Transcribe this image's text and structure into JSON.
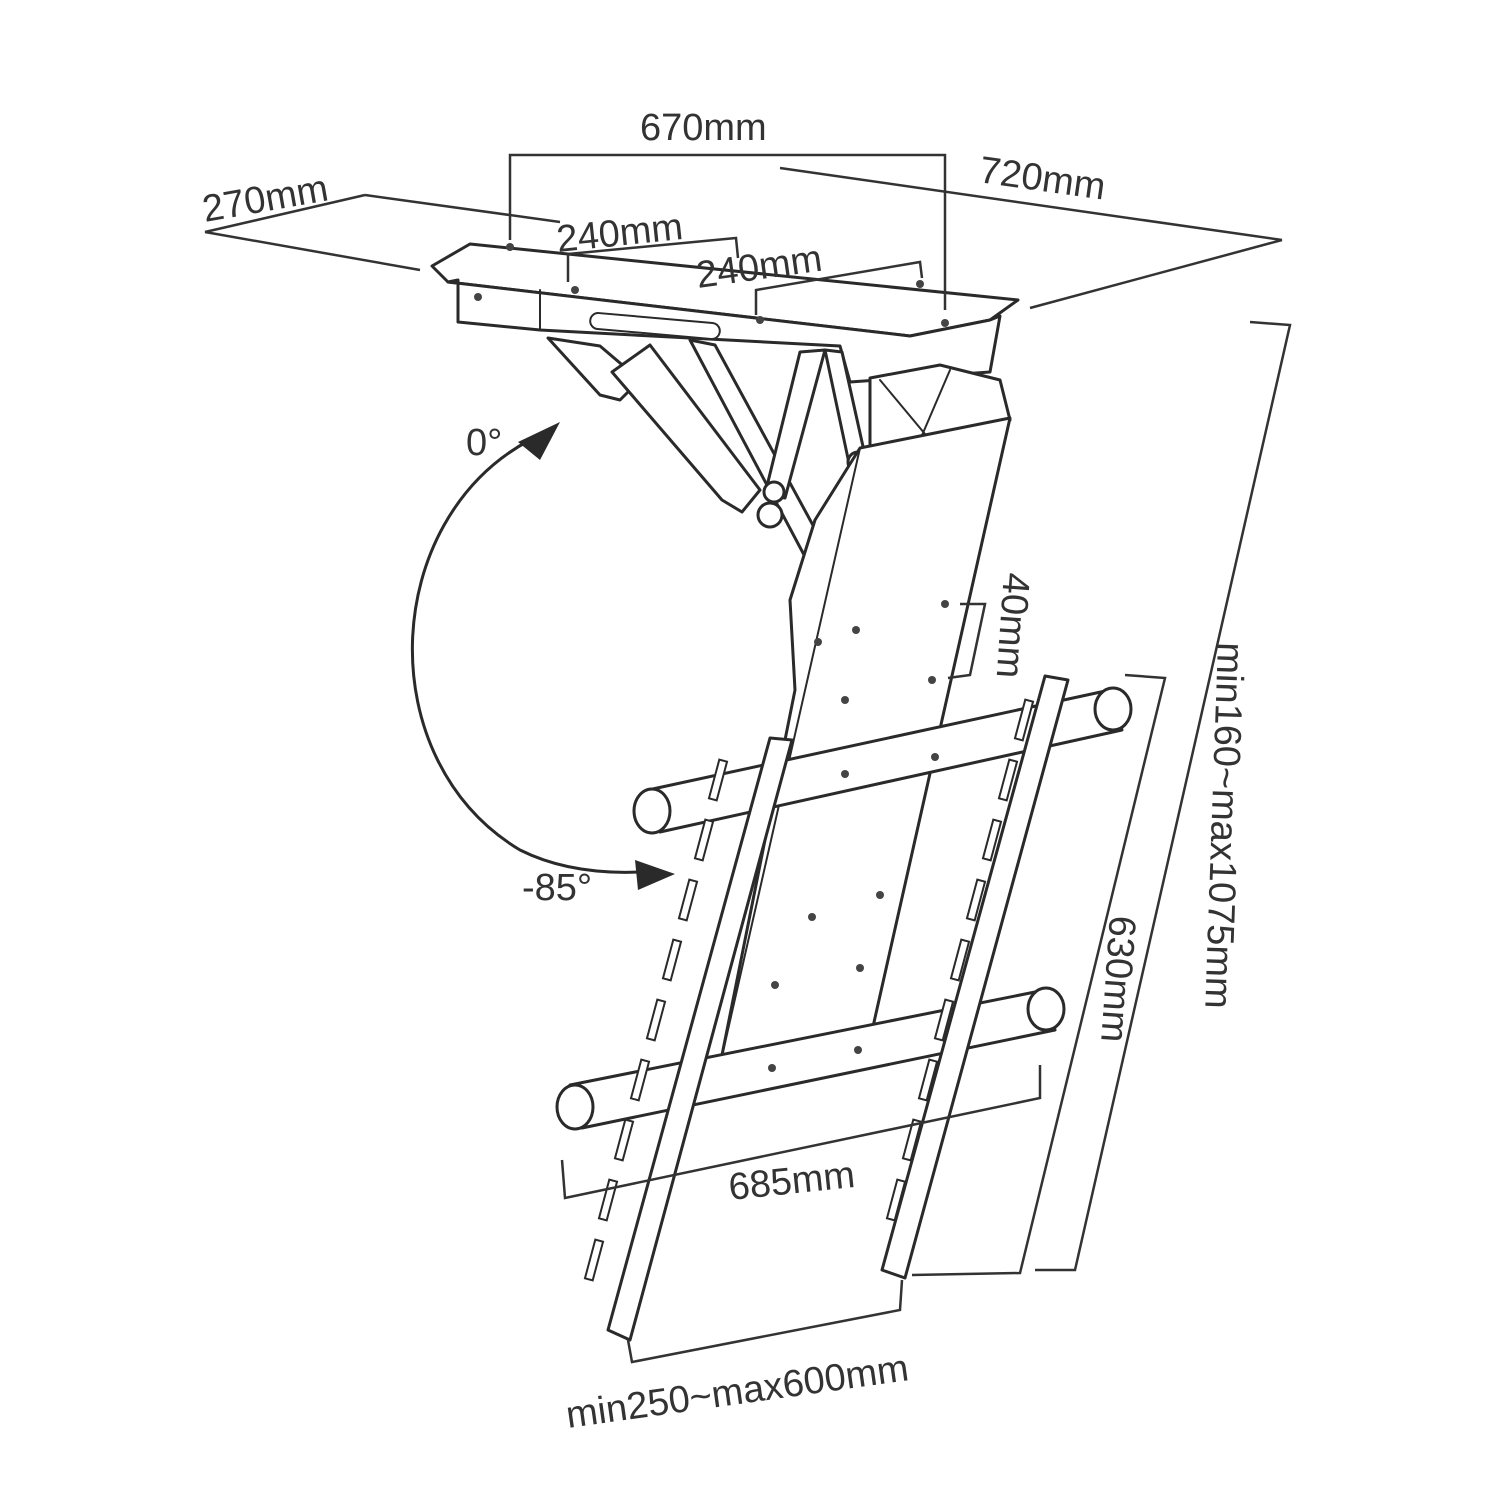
{
  "dimensions": {
    "mount_width": "670mm",
    "plate_length": "720mm",
    "plate_depth": "270mm",
    "hole_spacing_a": "240mm",
    "hole_spacing_b": "240mm",
    "height_range": "min160~max1075mm",
    "hole_pitch": "40mm",
    "rail_height": "630mm",
    "rail_width": "685mm",
    "vesa_range": "min250~max600mm"
  },
  "tilt": {
    "top_angle": "0°",
    "bottom_angle": "-85°"
  }
}
